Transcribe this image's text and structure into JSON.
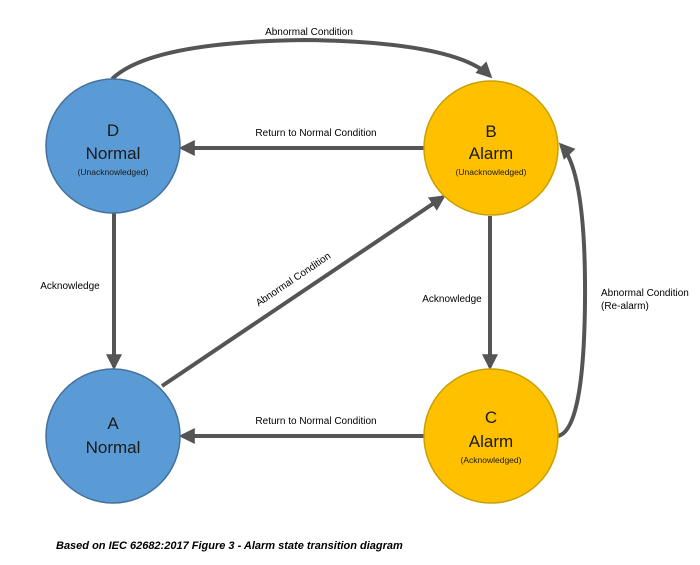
{
  "colors": {
    "normal_state": "#5b9bd5",
    "normal_state_border": "#41719c",
    "alarm_state": "#ffc000",
    "alarm_state_border": "#c9a000",
    "arrow": "#555555"
  },
  "states": {
    "D": {
      "letter": "D",
      "title": "Normal",
      "subtitle": "(Unacknowledged)"
    },
    "B": {
      "letter": "B",
      "title": "Alarm",
      "subtitle": "(Unacknowledged)"
    },
    "A": {
      "letter": "A",
      "title": "Normal",
      "subtitle": ""
    },
    "C": {
      "letter": "C",
      "title": "Alarm",
      "subtitle": "(Acknowledged)"
    }
  },
  "transitions": {
    "d_to_b": {
      "from": "D",
      "to": "B",
      "label": "Abnormal Condition"
    },
    "b_to_d": {
      "from": "B",
      "to": "D",
      "label": "Return to Normal Condition"
    },
    "d_to_a": {
      "from": "D",
      "to": "A",
      "label": "Acknowledge"
    },
    "a_to_b": {
      "from": "A",
      "to": "B",
      "label": "Abnormal Condition"
    },
    "b_to_c": {
      "from": "B",
      "to": "C",
      "label": "Acknowledge"
    },
    "c_to_b": {
      "from": "C",
      "to": "B",
      "label_line1": "Abnormal Condition",
      "label_line2": "(Re-alarm)"
    },
    "c_to_a": {
      "from": "C",
      "to": "A",
      "label": "Return to Normal Condition"
    }
  },
  "caption": "Based on IEC 62682:2017 Figure 3 - Alarm state transition diagram"
}
